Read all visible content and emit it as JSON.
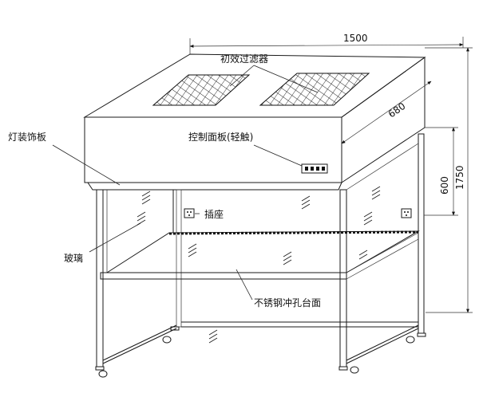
{
  "labels": {
    "pre_filter": "初效过滤器",
    "lamp_panel": "灯装饰板",
    "control_panel": "控制面板(轻触)",
    "socket": "插座",
    "glass": "玻璃",
    "worktop": "不锈钢冲孔台面"
  },
  "dimensions": {
    "width": "1500",
    "depth": "680",
    "height_upper": "600",
    "height_total": "1750"
  }
}
